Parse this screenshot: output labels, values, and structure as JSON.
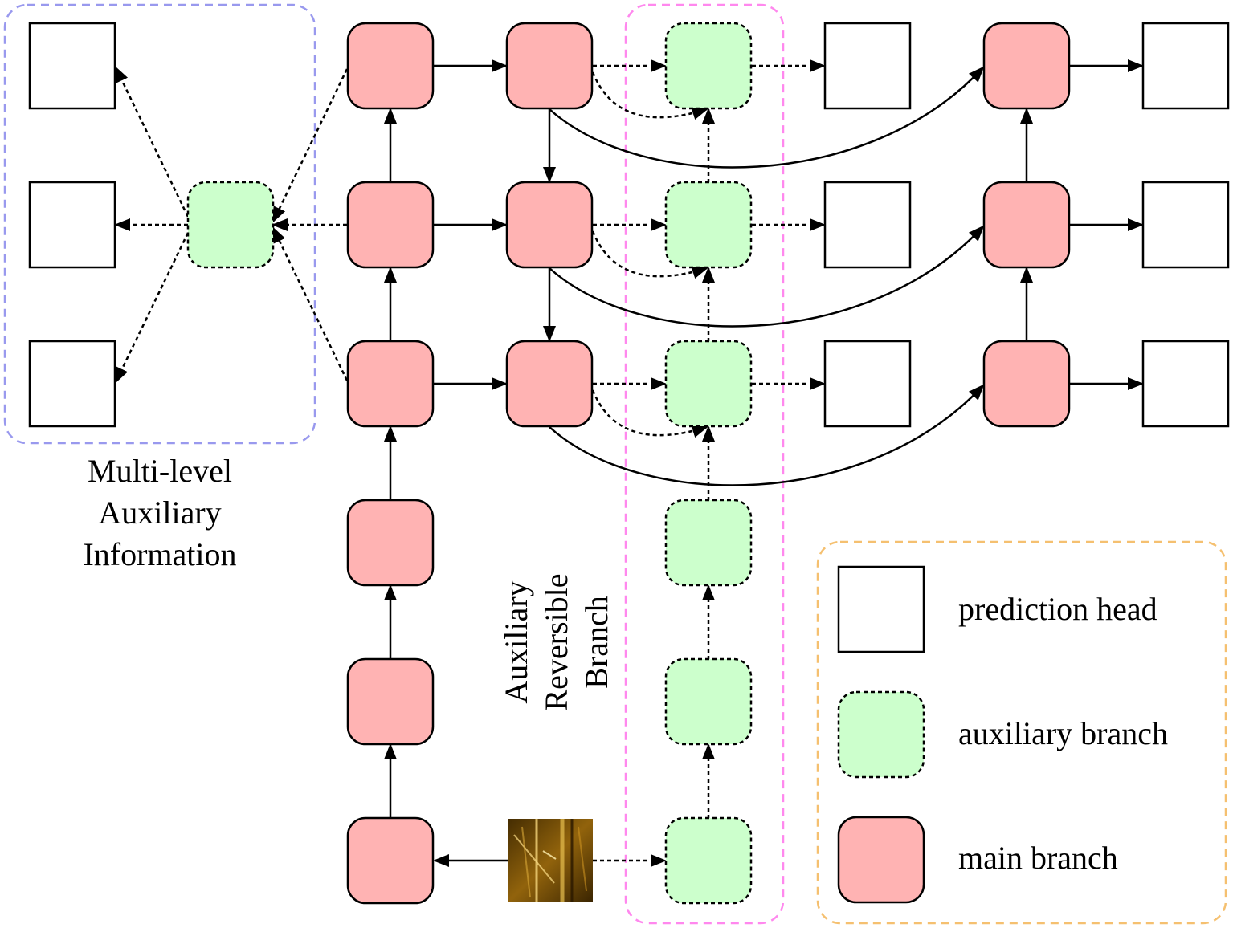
{
  "labels": {
    "multilevel": [
      "Multi-level",
      "Auxiliary",
      "Information"
    ],
    "reversible": [
      "Auxiliary",
      "Reversible",
      "Branch"
    ]
  },
  "legend": {
    "prediction_head": "prediction head",
    "auxiliary_branch": "auxiliary branch",
    "main_branch": "main branch"
  },
  "colors": {
    "main_branch_fill": "#ffb3b3",
    "auxiliary_branch_fill": "#ccffcc",
    "multilevel_group_border": "#9999ee",
    "reversible_group_border": "#ff88ee",
    "legend_group_border": "#f5c070"
  },
  "input_image": {
    "icon": "sonar-image-icon"
  }
}
